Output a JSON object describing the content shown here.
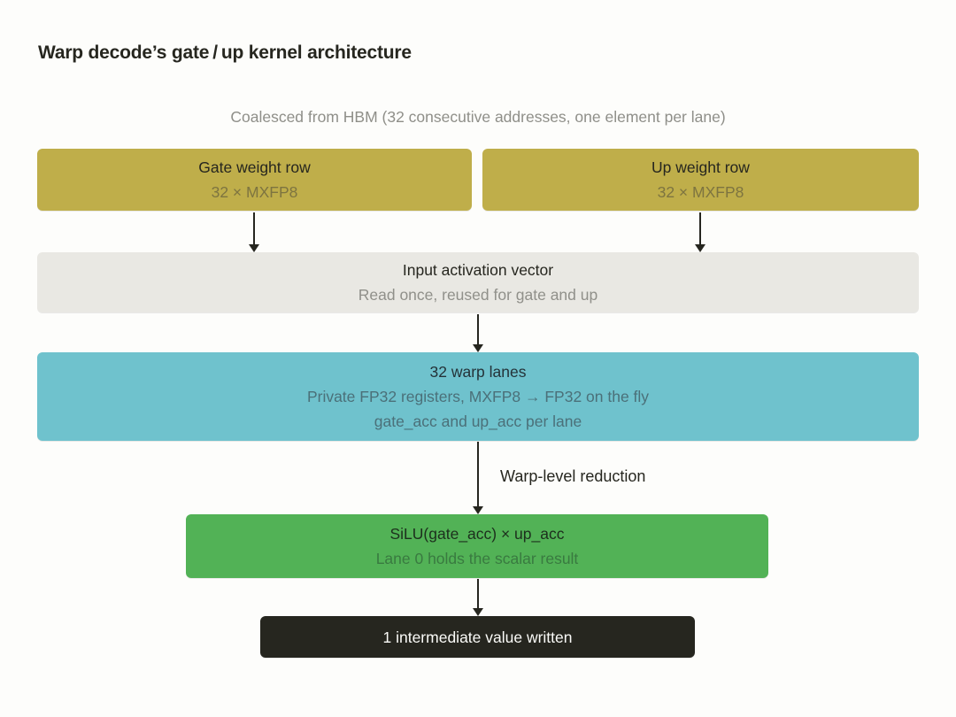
{
  "page": {
    "title": "Warp decode’s gate / up kernel architecture",
    "subtitle": "Coalesced from HBM (32 consecutive addresses, one element per lane)"
  },
  "colors": {
    "background": "#fdfdfb",
    "title_text": "#26261f",
    "muted_text": "#8f8f89",
    "arrow": "#26261f",
    "weight_box": "#bfae4a",
    "input_box": "#e9e8e3",
    "warp_box": "#6fc2cd",
    "silu_box": "#52b256",
    "output_box": "#26261f"
  },
  "nodes": {
    "gate_weight": {
      "title": "Gate weight row",
      "subtitle": "32 × MXFP8",
      "bg": "#bfae4a",
      "title_color": "#26261f",
      "subtitle_color": "#7d7440"
    },
    "up_weight": {
      "title": "Up weight row",
      "subtitle": "32 × MXFP8",
      "bg": "#bfae4a",
      "title_color": "#26261f",
      "subtitle_color": "#7d7440"
    },
    "input_activation": {
      "title": "Input activation vector",
      "subtitle": "Read once, reused for gate and up",
      "bg": "#e9e8e3",
      "title_color": "#26261f",
      "subtitle_color": "#90908a"
    },
    "warp_lanes": {
      "title": "32 warp lanes",
      "line2": "Private FP32 registers, MXFP8 → FP32 on the fly",
      "line3": "gate_acc and up_acc per lane",
      "bg": "#6fc2cd",
      "title_color": "#243238",
      "subtitle_color": "#4b7079"
    },
    "silu": {
      "title": "SiLU(gate_acc) × up_acc",
      "subtitle": "Lane 0 holds the scalar result",
      "bg": "#52b256",
      "title_color": "#1d2f1d",
      "subtitle_color": "#397a40"
    },
    "output": {
      "title": "1 intermediate value written",
      "bg": "#26261f",
      "title_color": "#fbfbf8"
    }
  },
  "labels": {
    "warp_reduction": "Warp-level reduction"
  }
}
